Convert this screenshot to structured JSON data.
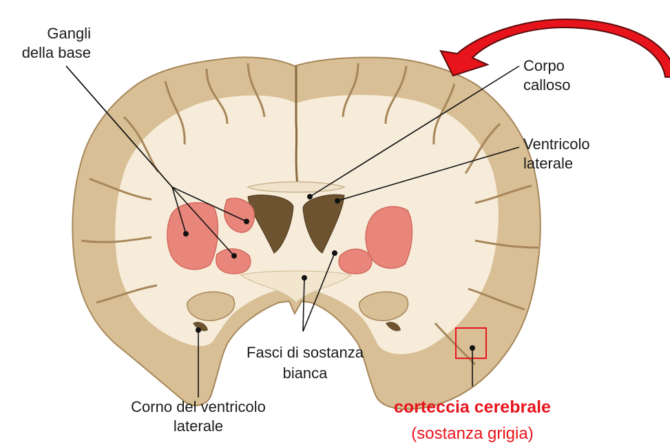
{
  "labels": {
    "basal_ganglia": [
      "Gangli",
      "della base"
    ],
    "corpus_callosum": [
      "Corpo",
      "calloso"
    ],
    "lateral_ventricle": [
      "Ventricolo",
      "laterale"
    ],
    "white_matter_tracts": [
      "Fasci di sostanza",
      "bianca"
    ],
    "ventricle_horn": [
      "Corno del ventricolo",
      "laterale"
    ],
    "cerebral_cortex": "corteccia cerebrale",
    "gray_matter": "(sostanza grigia)"
  },
  "colors": {
    "cortex_outer": "#c8ab7f",
    "cortex_fill": "#d8bf95",
    "white_matter": "#f6ecd9",
    "basal_ganglia": "#e9867b",
    "ventricle": "#6e5330",
    "highlight": "#e8141c",
    "arrow_red": "#e8141c",
    "arrow_dark": "#5a0a0c"
  },
  "icons": {
    "rotation": "curved-arrow-icon",
    "highlight_box": "square-outline-icon"
  }
}
